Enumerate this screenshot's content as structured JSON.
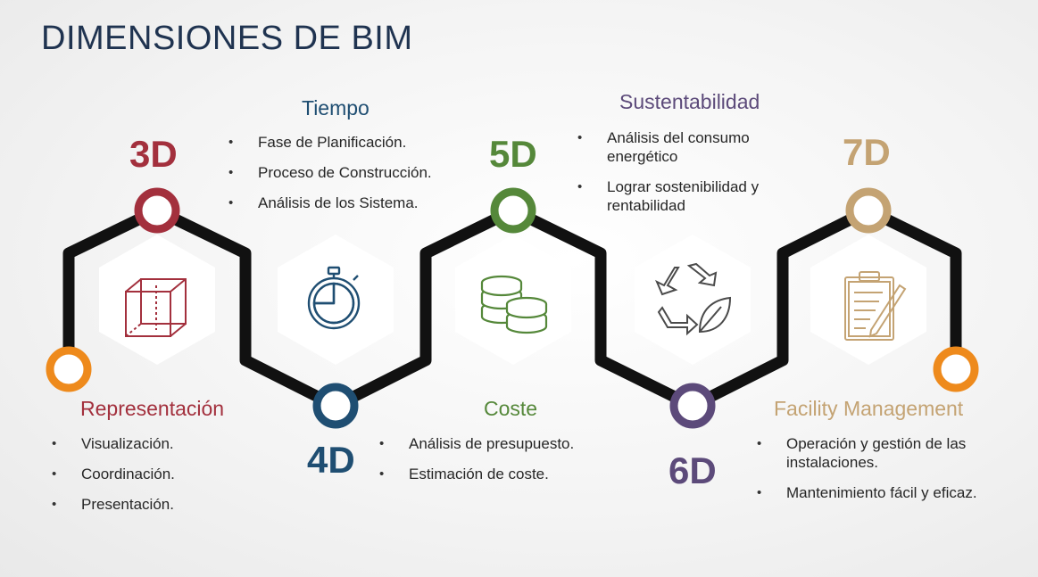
{
  "title": "DIMENSIONES DE BIM",
  "colors": {
    "d3": "#a3303d",
    "d4": "#1f4e72",
    "d5": "#55883a",
    "d6": "#5c4a7a",
    "d7": "#c4a373",
    "orange": "#ee8a1c",
    "line": "#111111",
    "title": "#1f3350"
  },
  "dimensions": [
    {
      "label": "3D",
      "title": "Representación",
      "icon": "cube-icon",
      "bullets": [
        "Visualización.",
        "Coordinación.",
        "Presentación."
      ]
    },
    {
      "label": "4D",
      "title": "Tiempo",
      "icon": "stopwatch-icon",
      "bullets": [
        "Fase de Planificación.",
        "Proceso de Construcción.",
        "Análisis de los Sistema."
      ]
    },
    {
      "label": "5D",
      "title": "Coste",
      "icon": "coins-icon",
      "bullets": [
        "Análisis de presupuesto.",
        "Estimación de coste."
      ]
    },
    {
      "label": "6D",
      "title": "Sustentabilidad",
      "icon": "recycle-leaf-icon",
      "bullets": [
        "Análisis del consumo energético",
        "Lograr sostenibilidad y rentabilidad"
      ]
    },
    {
      "label": "7D",
      "title": "Facility Management",
      "icon": "clipboard-icon",
      "bullets": [
        "Operación y gestión de las instalaciones.",
        "Mantenimiento fácil y eficaz."
      ]
    }
  ]
}
